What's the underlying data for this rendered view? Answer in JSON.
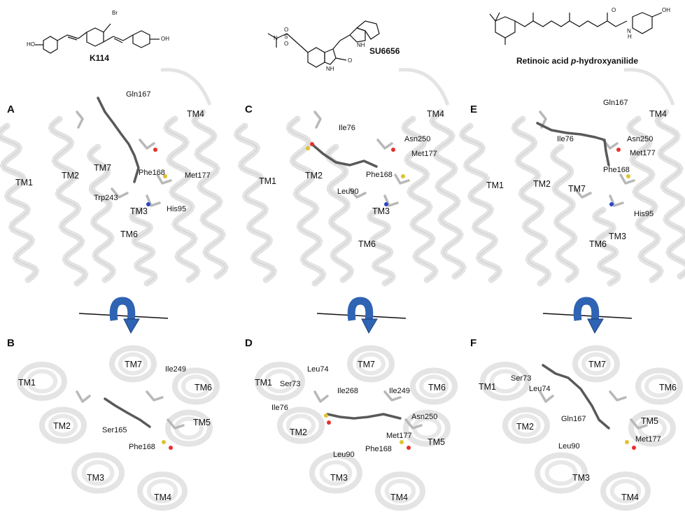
{
  "compounds": {
    "k114": {
      "name": "K114",
      "br": "Br",
      "ho": "HO",
      "oh": "OH"
    },
    "su6656": {
      "name": "SU6656",
      "s": "S",
      "o1": "O",
      "o2": "O",
      "n": "N",
      "nh1": "NH",
      "nh2": "NH",
      "o3": "O"
    },
    "retinoic": {
      "name_a": "Retinoic acid ",
      "name_b": "p",
      "name_c": "-hydroxyanilide",
      "o": "O",
      "nh": "N",
      "h": "H",
      "oh": "OH"
    }
  },
  "panels": {
    "A": {
      "letter": "A",
      "labels": [
        "Gln167",
        "TM4",
        "TM1",
        "TM2",
        "TM7",
        "Phe168",
        "Met177",
        "Trp243",
        "TM3",
        "His95",
        "TM6"
      ]
    },
    "B": {
      "letter": "B",
      "labels": [
        "TM1",
        "TM7",
        "Ile249",
        "TM6",
        "TM2",
        "Ser165",
        "TM5",
        "Phe168",
        "TM3",
        "TM4"
      ]
    },
    "C": {
      "letter": "C",
      "labels": [
        "TM4",
        "Ile76",
        "Asn250",
        "Met177",
        "TM1",
        "TM2",
        "Phe168",
        "Leu90",
        "TM3",
        "TM6"
      ]
    },
    "D": {
      "letter": "D",
      "labels": [
        "Leu74",
        "TM7",
        "TM1",
        "Ser73",
        "Ile268",
        "Ile249",
        "TM6",
        "Ile76",
        "Asn250",
        "TM2",
        "Met177",
        "TM5",
        "Leu90",
        "Phe168",
        "TM3",
        "TM4"
      ]
    },
    "E": {
      "letter": "E",
      "labels": [
        "Gln167",
        "TM4",
        "Ile76",
        "Asn250",
        "Met177",
        "Phe168",
        "TM1",
        "TM2",
        "TM7",
        "His95",
        "TM6",
        "TM3"
      ]
    },
    "F": {
      "letter": "F",
      "labels": [
        "TM7",
        "Ser73",
        "Leu74",
        "TM1",
        "TM6",
        "Gln167",
        "TM5",
        "TM2",
        "Met177",
        "Leu90",
        "TM3",
        "TM4"
      ]
    }
  },
  "colors": {
    "helix": "#d9d9d9",
    "helix_edge": "#bdbdbd",
    "ligand": "#595959",
    "stick": "#b8b8b8",
    "oxygen": "#e8302c",
    "nitrogen": "#2b44c8",
    "sulfur": "#e0c230",
    "arrow": "#2f63b3",
    "arrow_dark": "#1d3f7a"
  }
}
